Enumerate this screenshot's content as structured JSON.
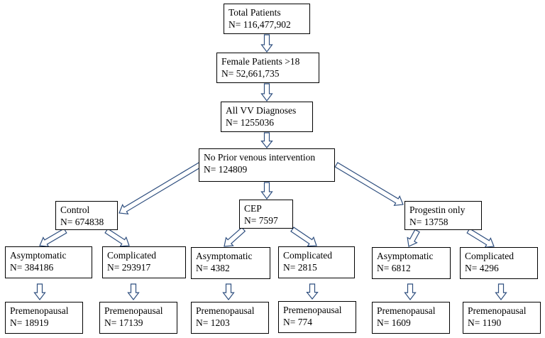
{
  "nodes": {
    "total": {
      "line1": "Total Patients",
      "line2": "N= 116,477,902"
    },
    "female": {
      "line1": "Female Patients >18",
      "line2": "N= 52,661,735"
    },
    "vv": {
      "line1": "All VV Diagnoses",
      "line2": "N= 1255036"
    },
    "noprior": {
      "line1": "No Prior venous intervention",
      "line2": "N= 124809"
    },
    "control": {
      "line1": "Control",
      "line2": "N= 674838"
    },
    "cep": {
      "line1": "CEP",
      "line2": "N= 7597"
    },
    "progestin": {
      "line1": "Progestin only",
      "line2": "N= 13758"
    },
    "ctrl_asym": {
      "line1": "Asymptomatic",
      "line2": "N= 384186"
    },
    "ctrl_comp": {
      "line1": "Complicated",
      "line2": "N= 293917"
    },
    "cep_asym": {
      "line1": "Asymptomatic",
      "line2": "N= 4382"
    },
    "cep_comp": {
      "line1": "Complicated",
      "line2": "N= 2815"
    },
    "prog_asym": {
      "line1": "Asymptomatic",
      "line2": "N= 6812"
    },
    "prog_comp": {
      "line1": "Complicated",
      "line2": "N= 4296"
    },
    "ctrl_asym_pm": {
      "line1": "Premenopausal",
      "line2": "N= 18919"
    },
    "ctrl_comp_pm": {
      "line1": "Premenopausal",
      "line2": "N= 17139"
    },
    "cep_asym_pm": {
      "line1": "Premenopausal",
      "line2": "N= 1203"
    },
    "cep_comp_pm": {
      "line1": "Premenopausal",
      "line2": "N= 774"
    },
    "prog_asym_pm": {
      "line1": "Premenopausal",
      "line2": "N= 1609"
    },
    "prog_comp_pm": {
      "line1": "Premenopausal",
      "line2": "N= 1190"
    }
  },
  "edges": [
    {
      "from": "total",
      "to": "female"
    },
    {
      "from": "female",
      "to": "vv"
    },
    {
      "from": "vv",
      "to": "noprior"
    },
    {
      "from": "noprior",
      "to": "control"
    },
    {
      "from": "noprior",
      "to": "cep"
    },
    {
      "from": "noprior",
      "to": "progestin"
    },
    {
      "from": "control",
      "to": "ctrl_asym"
    },
    {
      "from": "control",
      "to": "ctrl_comp"
    },
    {
      "from": "cep",
      "to": "cep_asym"
    },
    {
      "from": "cep",
      "to": "cep_comp"
    },
    {
      "from": "progestin",
      "to": "prog_asym"
    },
    {
      "from": "progestin",
      "to": "prog_comp"
    },
    {
      "from": "ctrl_asym",
      "to": "ctrl_asym_pm"
    },
    {
      "from": "ctrl_comp",
      "to": "ctrl_comp_pm"
    },
    {
      "from": "cep_asym",
      "to": "cep_asym_pm"
    },
    {
      "from": "cep_comp",
      "to": "cep_comp_pm"
    },
    {
      "from": "prog_asym",
      "to": "prog_asym_pm"
    },
    {
      "from": "prog_comp",
      "to": "prog_comp_pm"
    }
  ]
}
